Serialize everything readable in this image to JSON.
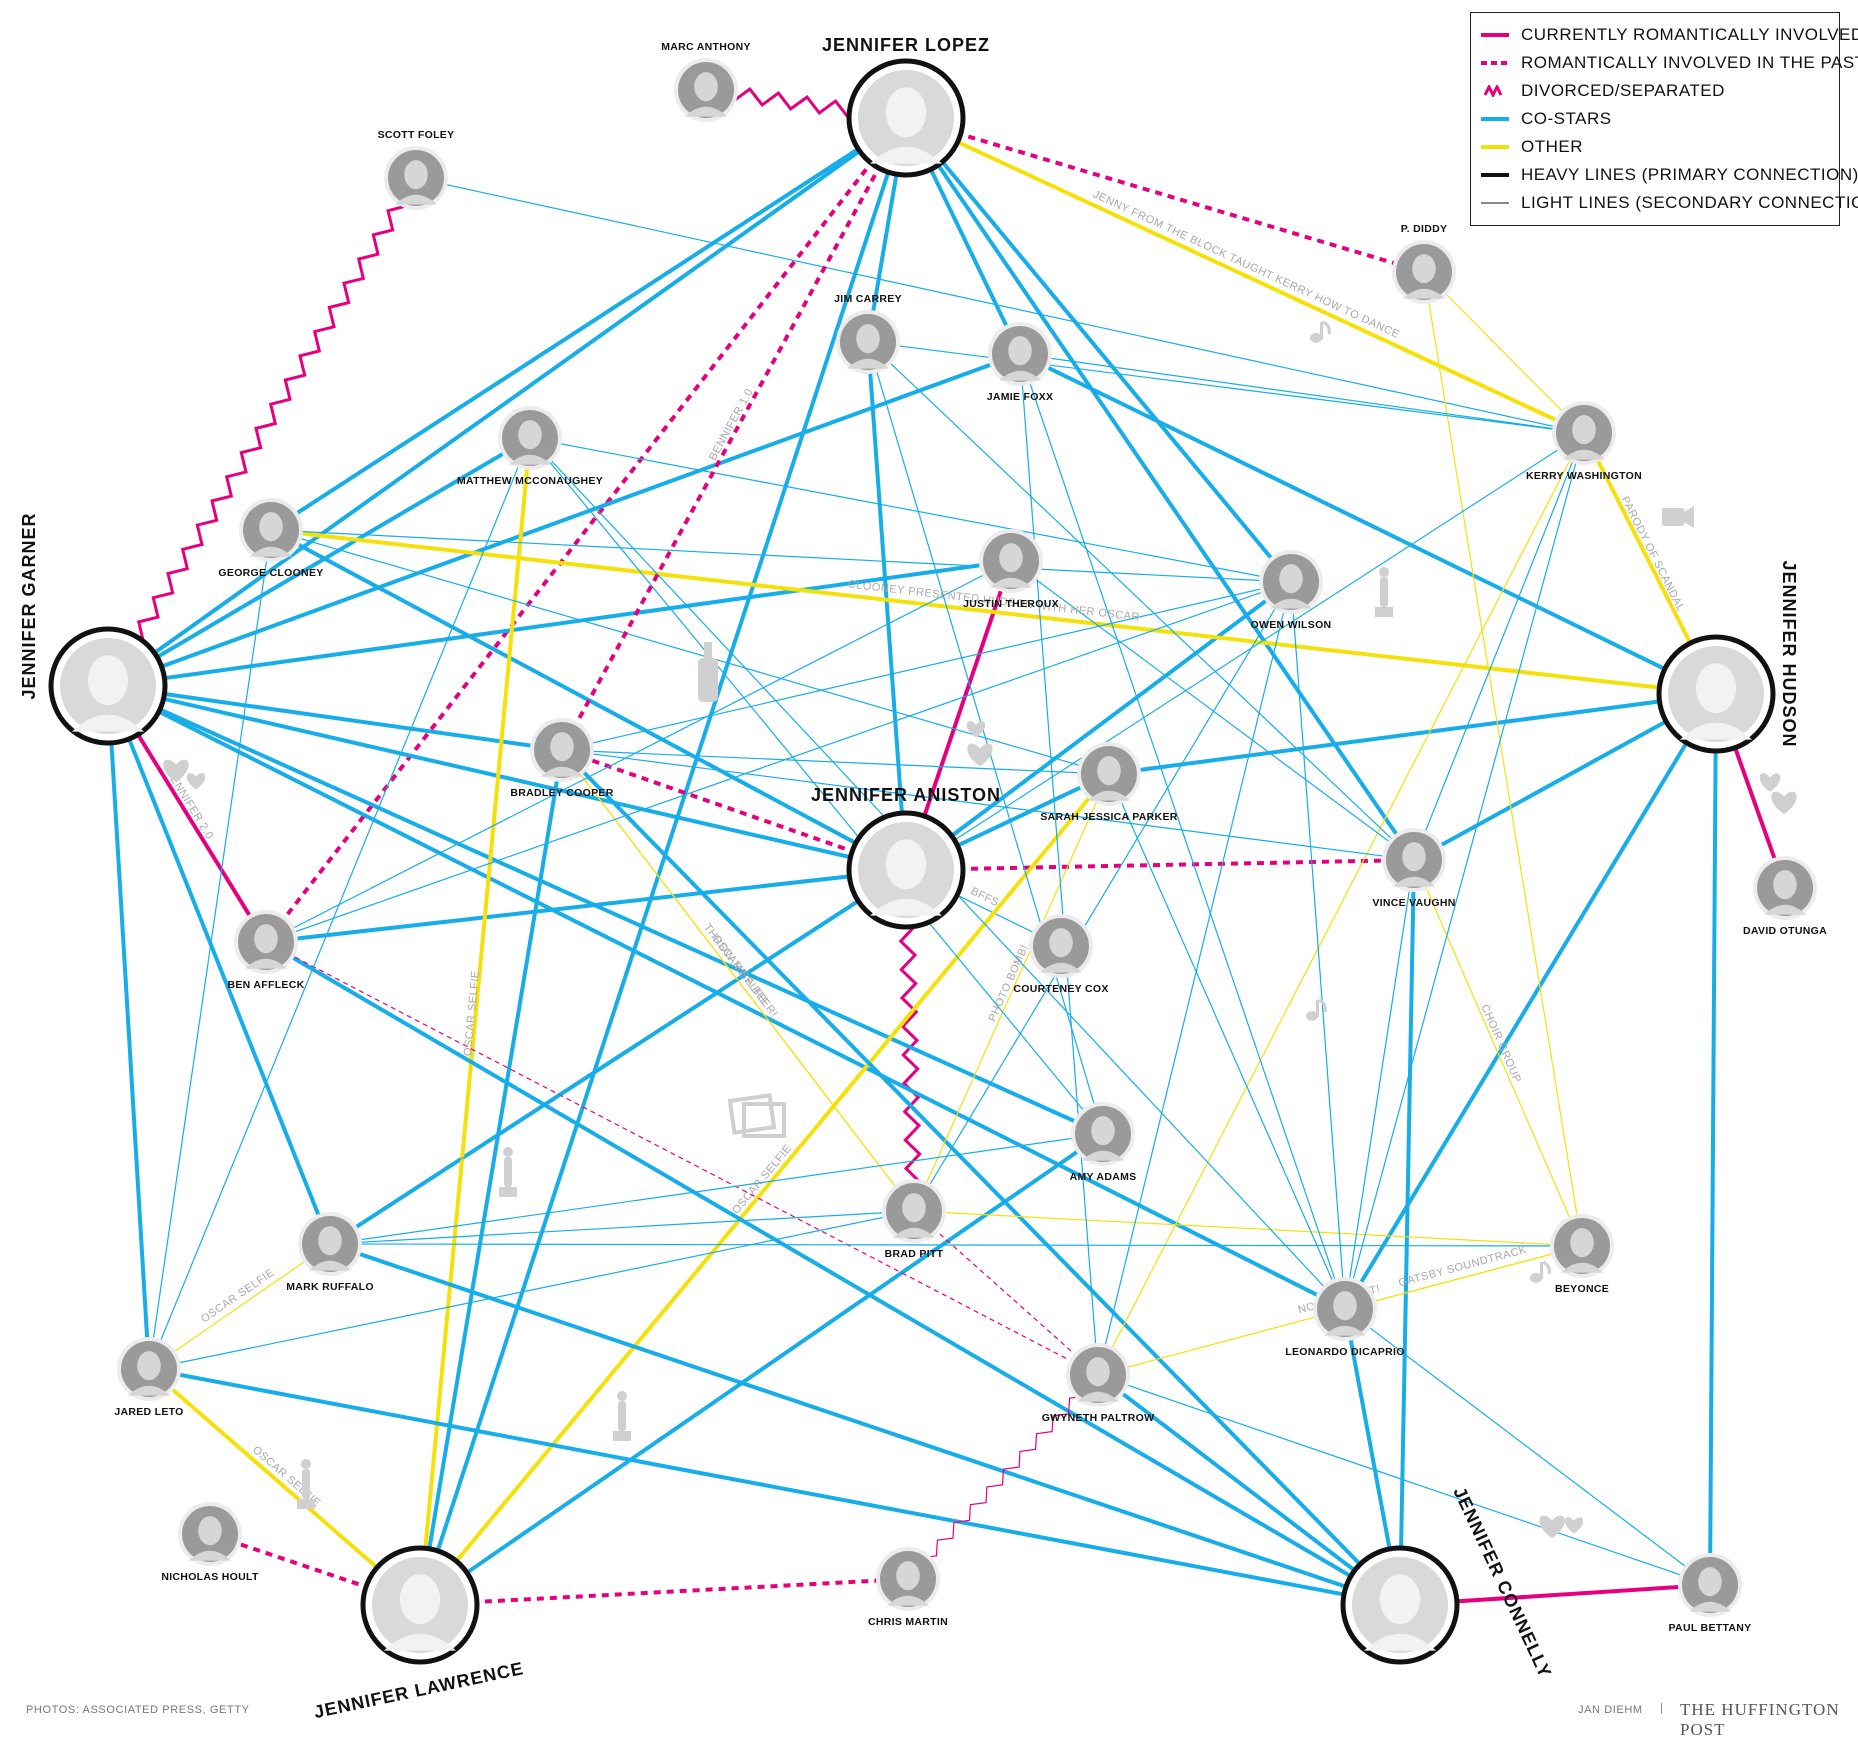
{
  "legend": {
    "items": [
      {
        "label": "CURRENTLY ROMANTICALLY INVOLVED",
        "type": "current"
      },
      {
        "label": "ROMANTICALLY INVOLVED IN THE PAST",
        "type": "past"
      },
      {
        "label": "DIVORCED/SEPARATED",
        "type": "divorced"
      },
      {
        "label": "CO-STARS",
        "type": "costar"
      },
      {
        "label": "OTHER",
        "type": "other"
      },
      {
        "label": "HEAVY LINES (PRIMARY CONNECTION)",
        "type": "heavy"
      },
      {
        "label": "LIGHT LINES (SECONDARY CONNECTION)",
        "type": "light"
      }
    ]
  },
  "colors": {
    "pink": "#e6007e",
    "blue": "#17ade8",
    "yellow": "#f5e10a",
    "black": "#111111",
    "gray": "#bbbbbb"
  },
  "people": [
    {
      "id": "jlopez",
      "name": "JENNIFER LOPEZ",
      "size": "main"
    },
    {
      "id": "janiston",
      "name": "JENNIFER ANISTON",
      "size": "main"
    },
    {
      "id": "jgarner",
      "name": "JENNIFER GARNER",
      "size": "main"
    },
    {
      "id": "jhudson",
      "name": "JENNIFER HUDSON",
      "size": "main"
    },
    {
      "id": "jlawrence",
      "name": "JENNIFER LAWRENCE",
      "size": "main"
    },
    {
      "id": "jconnelly",
      "name": "JENNIFER CONNELLY",
      "size": "main"
    },
    {
      "id": "marc",
      "name": "MARC ANTHONY",
      "size": "minor"
    },
    {
      "id": "foley",
      "name": "SCOTT FOLEY",
      "size": "minor"
    },
    {
      "id": "diddy",
      "name": "P. DIDDY",
      "size": "minor"
    },
    {
      "id": "carrey",
      "name": "JIM CARREY",
      "size": "minor"
    },
    {
      "id": "foxx",
      "name": "JAMIE FOXX",
      "size": "minor"
    },
    {
      "id": "kerry",
      "name": "KERRY WASHINGTON",
      "size": "minor"
    },
    {
      "id": "mcc",
      "name": "MATTHEW MCCONAUGHEY",
      "size": "minor"
    },
    {
      "id": "clooney",
      "name": "GEORGE CLOONEY",
      "size": "minor"
    },
    {
      "id": "theroux",
      "name": "JUSTIN THEROUX",
      "size": "minor"
    },
    {
      "id": "owen",
      "name": "OWEN WILSON",
      "size": "minor"
    },
    {
      "id": "bcooper",
      "name": "BRADLEY COOPER",
      "size": "minor"
    },
    {
      "id": "sjp",
      "name": "SARAH JESSICA PARKER",
      "size": "minor"
    },
    {
      "id": "vince",
      "name": "VINCE VAUGHN",
      "size": "minor"
    },
    {
      "id": "otunga",
      "name": "DAVID OTUNGA",
      "size": "minor"
    },
    {
      "id": "affleck",
      "name": "BEN AFFLECK",
      "size": "minor"
    },
    {
      "id": "cox",
      "name": "COURTENEY COX",
      "size": "minor"
    },
    {
      "id": "amy",
      "name": "AMY ADAMS",
      "size": "minor"
    },
    {
      "id": "pitt",
      "name": "BRAD PITT",
      "size": "minor"
    },
    {
      "id": "ruffalo",
      "name": "MARK RUFFALO",
      "size": "minor"
    },
    {
      "id": "beyonce",
      "name": "BEYONCE",
      "size": "minor"
    },
    {
      "id": "leo",
      "name": "LEONARDO DICAPRIO",
      "size": "minor"
    },
    {
      "id": "leto",
      "name": "JARED LETO",
      "size": "minor"
    },
    {
      "id": "gwyneth",
      "name": "GWYNETH PALTROW",
      "size": "minor"
    },
    {
      "id": "hoult",
      "name": "NICHOLAS HOULT",
      "size": "minor"
    },
    {
      "id": "chris",
      "name": "CHRIS MARTIN",
      "size": "minor"
    },
    {
      "id": "bettany",
      "name": "PAUL BETTANY",
      "size": "minor"
    }
  ],
  "connections": [
    {
      "from": "jlopez",
      "to": "marc",
      "type": "divorced",
      "weight": "heavy"
    },
    {
      "from": "jlopez",
      "to": "diddy",
      "type": "past",
      "weight": "heavy"
    },
    {
      "from": "jlopez",
      "to": "affleck",
      "type": "past",
      "weight": "heavy"
    },
    {
      "from": "jlopez",
      "to": "kerry",
      "type": "other",
      "weight": "heavy",
      "label": "JENNY FROM THE BLOCK TAUGHT KERRY HOW TO DANCE"
    },
    {
      "from": "jlopez",
      "to": "jgarner",
      "type": "costar",
      "weight": "heavy"
    },
    {
      "from": "jlopez",
      "to": "clooney",
      "type": "costar",
      "weight": "heavy"
    },
    {
      "from": "jlopez",
      "to": "carrey",
      "type": "costar",
      "weight": "heavy"
    },
    {
      "from": "jlopez",
      "to": "foxx",
      "type": "costar",
      "weight": "heavy"
    },
    {
      "from": "jlopez",
      "to": "owen",
      "type": "costar",
      "weight": "heavy"
    },
    {
      "from": "jlopez",
      "to": "vince",
      "type": "costar",
      "weight": "heavy"
    },
    {
      "from": "jlopez",
      "to": "jlawrence",
      "type": "costar",
      "weight": "heavy"
    },
    {
      "from": "foley",
      "to": "jgarner",
      "type": "divorced",
      "weight": "heavy"
    },
    {
      "from": "foley",
      "to": "kerry",
      "type": "costar",
      "weight": "light"
    },
    {
      "from": "janiston",
      "to": "pitt",
      "type": "divorced",
      "weight": "heavy"
    },
    {
      "from": "janiston",
      "to": "theroux",
      "type": "current",
      "weight": "heavy"
    },
    {
      "from": "janiston",
      "to": "vince",
      "type": "past",
      "weight": "heavy"
    },
    {
      "from": "janiston",
      "to": "cox",
      "type": "costar",
      "weight": "light",
      "label": "BFFS"
    },
    {
      "from": "janiston",
      "to": "jgarner",
      "type": "costar",
      "weight": "heavy"
    },
    {
      "from": "janiston",
      "to": "sjp",
      "type": "costar",
      "weight": "heavy"
    },
    {
      "from": "janiston",
      "to": "owen",
      "type": "costar",
      "weight": "heavy"
    },
    {
      "from": "janiston",
      "to": "clooney",
      "type": "costar",
      "weight": "heavy"
    },
    {
      "from": "janiston",
      "to": "affleck",
      "type": "costar",
      "weight": "heavy"
    },
    {
      "from": "janiston",
      "to": "carrey",
      "type": "costar",
      "weight": "heavy"
    },
    {
      "from": "janiston",
      "to": "ruffalo",
      "type": "costar",
      "weight": "heavy"
    },
    {
      "from": "janiston",
      "to": "bcooper",
      "type": "past",
      "weight": "heavy"
    },
    {
      "from": "jgarner",
      "to": "affleck",
      "type": "current",
      "weight": "heavy",
      "label": "BENNIFER 2.0"
    },
    {
      "from": "jgarner",
      "to": "mcc",
      "type": "costar",
      "weight": "heavy"
    },
    {
      "from": "jgarner",
      "to": "foxx",
      "type": "costar",
      "weight": "heavy"
    },
    {
      "from": "jgarner",
      "to": "theroux",
      "type": "costar",
      "weight": "heavy"
    },
    {
      "from": "jgarner",
      "to": "bcooper",
      "type": "costar",
      "weight": "heavy"
    },
    {
      "from": "jgarner",
      "to": "amy",
      "type": "costar",
      "weight": "heavy"
    },
    {
      "from": "jgarner",
      "to": "leo",
      "type": "costar",
      "weight": "heavy"
    },
    {
      "from": "jgarner",
      "to": "ruffalo",
      "type": "costar",
      "weight": "heavy"
    },
    {
      "from": "jgarner",
      "to": "leto",
      "type": "costar",
      "weight": "heavy"
    },
    {
      "from": "jhudson",
      "to": "otunga",
      "type": "current",
      "weight": "heavy"
    },
    {
      "from": "jhudson",
      "to": "clooney",
      "type": "other",
      "weight": "heavy",
      "label": "CLOONEY PRESENTED HUDSON WITH HER OSCAR"
    },
    {
      "from": "jhudson",
      "to": "kerry",
      "type": "other",
      "weight": "heavy",
      "label": "PARODY OF SCANDAL"
    },
    {
      "from": "jhudson",
      "to": "foxx",
      "type": "costar",
      "weight": "heavy"
    },
    {
      "from": "jhudson",
      "to": "sjp",
      "type": "costar",
      "weight": "heavy"
    },
    {
      "from": "jhudson",
      "to": "vince",
      "type": "costar",
      "weight": "heavy"
    },
    {
      "from": "jhudson",
      "to": "leo",
      "type": "costar",
      "weight": "heavy"
    },
    {
      "from": "jhudson",
      "to": "bettany",
      "type": "costar",
      "weight": "heavy"
    },
    {
      "from": "jlawrence",
      "to": "hoult",
      "type": "past",
      "weight": "heavy"
    },
    {
      "from": "jlawrence",
      "to": "chris",
      "type": "past",
      "weight": "heavy"
    },
    {
      "from": "jlawrence",
      "to": "mcc",
      "type": "other",
      "weight": "heavy",
      "label": "OSCAR SELFIE"
    },
    {
      "from": "jlawrence",
      "to": "leto",
      "type": "other",
      "weight": "heavy",
      "label": "OSCAR SELFIE"
    },
    {
      "from": "jlawrence",
      "to": "sjp",
      "type": "other",
      "weight": "heavy",
      "label": "OSCAR SELFIE"
    },
    {
      "from": "jlawrence",
      "to": "bcooper",
      "type": "costar",
      "weight": "heavy"
    },
    {
      "from": "jlawrence",
      "to": "amy",
      "type": "costar",
      "weight": "heavy"
    },
    {
      "from": "jconnelly",
      "to": "bettany",
      "type": "current",
      "weight": "heavy"
    },
    {
      "from": "jconnelly",
      "to": "vince",
      "type": "costar",
      "weight": "heavy"
    },
    {
      "from": "jconnelly",
      "to": "leo",
      "type": "costar",
      "weight": "heavy"
    },
    {
      "from": "jconnelly",
      "to": "gwyneth",
      "type": "costar",
      "weight": "heavy"
    },
    {
      "from": "jconnelly",
      "to": "leto",
      "type": "costar",
      "weight": "heavy"
    },
    {
      "from": "jconnelly",
      "to": "ruffalo",
      "type": "costar",
      "weight": "heavy"
    },
    {
      "from": "jconnelly",
      "to": "bcooper",
      "type": "costar",
      "weight": "heavy"
    },
    {
      "from": "jconnelly",
      "to": "affleck",
      "type": "costar",
      "weight": "heavy"
    },
    {
      "from": "gwyneth",
      "to": "chris",
      "type": "divorced",
      "weight": "light"
    },
    {
      "from": "gwyneth",
      "to": "affleck",
      "type": "past",
      "weight": "light"
    },
    {
      "from": "gwyneth",
      "to": "pitt",
      "type": "past",
      "weight": "light"
    },
    {
      "from": "gwyneth",
      "to": "beyonce",
      "type": "other",
      "weight": "light",
      "label": "NO RED MEAT!"
    },
    {
      "from": "leo",
      "to": "beyonce",
      "type": "other",
      "weight": "light",
      "label": "GATSBY SOUNDTRACK"
    },
    {
      "from": "pitt",
      "to": "bcooper",
      "type": "other",
      "weight": "light",
      "label": "THROW ME A BEER!"
    },
    {
      "from": "pitt",
      "to": "sjp",
      "type": "other",
      "weight": "light",
      "label": "PHOTO BOMB!"
    },
    {
      "from": "pitt",
      "to": "beyonce",
      "type": "other",
      "weight": "light"
    },
    {
      "from": "pitt",
      "to": "bcooper",
      "type": "other",
      "weight": "light",
      "label": "OSCAR SELFIE"
    },
    {
      "from": "ruffalo",
      "to": "leto",
      "type": "other",
      "weight": "light",
      "label": "OSCAR SELFIE"
    },
    {
      "from": "kerry",
      "to": "diddy",
      "type": "other",
      "weight": "light"
    },
    {
      "from": "vince",
      "to": "beyonce",
      "type": "other",
      "weight": "light",
      "label": "CHOIR GROUP"
    },
    {
      "from": "diddy",
      "to": "beyonce",
      "type": "other",
      "weight": "light"
    },
    {
      "from": "gwyneth",
      "to": "kerry",
      "type": "other",
      "weight": "light"
    },
    {
      "from": "affleck",
      "to": "theroux",
      "type": "costar",
      "weight": "light"
    },
    {
      "from": "clooney",
      "to": "sjp",
      "type": "costar",
      "weight": "light"
    },
    {
      "from": "mcc",
      "to": "owen",
      "type": "costar",
      "weight": "light"
    },
    {
      "from": "mcc",
      "to": "leto",
      "type": "costar",
      "weight": "light"
    },
    {
      "from": "mcc",
      "to": "leo",
      "type": "costar",
      "weight": "light"
    },
    {
      "from": "carrey",
      "to": "kerry",
      "type": "costar",
      "weight": "light"
    },
    {
      "from": "carrey",
      "to": "vince",
      "type": "costar",
      "weight": "light"
    },
    {
      "from": "carrey",
      "to": "amy",
      "type": "costar",
      "weight": "light"
    },
    {
      "from": "foxx",
      "to": "leo",
      "type": "costar",
      "weight": "light"
    },
    {
      "from": "foxx",
      "to": "kerry",
      "type": "costar",
      "weight": "light"
    },
    {
      "from": "foxx",
      "to": "gwyneth",
      "type": "costar",
      "weight": "light"
    },
    {
      "from": "theroux",
      "to": "vince",
      "type": "costar",
      "weight": "light"
    },
    {
      "from": "owen",
      "to": "leo",
      "type": "costar",
      "weight": "light"
    },
    {
      "from": "owen",
      "to": "gwyneth",
      "type": "costar",
      "weight": "light"
    },
    {
      "from": "owen",
      "to": "pitt",
      "type": "costar",
      "weight": "light"
    },
    {
      "from": "bcooper",
      "to": "vince",
      "type": "costar",
      "weight": "light"
    },
    {
      "from": "bcooper",
      "to": "owen",
      "type": "costar",
      "weight": "light"
    },
    {
      "from": "bcooper",
      "to": "sjp",
      "type": "costar",
      "weight": "light"
    },
    {
      "from": "kerry",
      "to": "vince",
      "type": "costar",
      "weight": "light"
    },
    {
      "from": "kerry",
      "to": "ruffalo",
      "type": "costar",
      "weight": "light"
    },
    {
      "from": "kerry",
      "to": "leo",
      "type": "costar",
      "weight": "light"
    },
    {
      "from": "sjp",
      "to": "leo",
      "type": "costar",
      "weight": "light"
    },
    {
      "from": "vince",
      "to": "leo",
      "type": "costar",
      "weight": "light"
    },
    {
      "from": "amy",
      "to": "ruffalo",
      "type": "costar",
      "weight": "light"
    },
    {
      "from": "ruffalo",
      "to": "pitt",
      "type": "costar",
      "weight": "light"
    },
    {
      "from": "ruffalo",
      "to": "beyonce",
      "type": "costar",
      "weight": "light"
    },
    {
      "from": "leo",
      "to": "bettany",
      "type": "costar",
      "weight": "light"
    },
    {
      "from": "gwyneth",
      "to": "bettany",
      "type": "costar",
      "weight": "light"
    },
    {
      "from": "leto",
      "to": "pitt",
      "type": "costar",
      "weight": "light"
    },
    {
      "from": "leto",
      "to": "clooney",
      "type": "costar",
      "weight": "light"
    },
    {
      "from": "clooney",
      "to": "owen",
      "type": "costar",
      "weight": "light"
    },
    {
      "from": "mcc",
      "to": "amy",
      "type": "costar",
      "weight": "light"
    },
    {
      "from": "affleck",
      "to": "owen",
      "type": "costar",
      "weight": "light"
    },
    {
      "from": "jlopez",
      "to": "bcooper",
      "type": "past",
      "weight": "heavy",
      "label": "BENNIFER 1.0"
    }
  ],
  "footer": {
    "photos": "PHOTOS: ASSOCIATED PRESS, GETTY",
    "credit": "JAN DIEHM",
    "separator": "|",
    "brand": "THE HUFFINGTON POST"
  }
}
